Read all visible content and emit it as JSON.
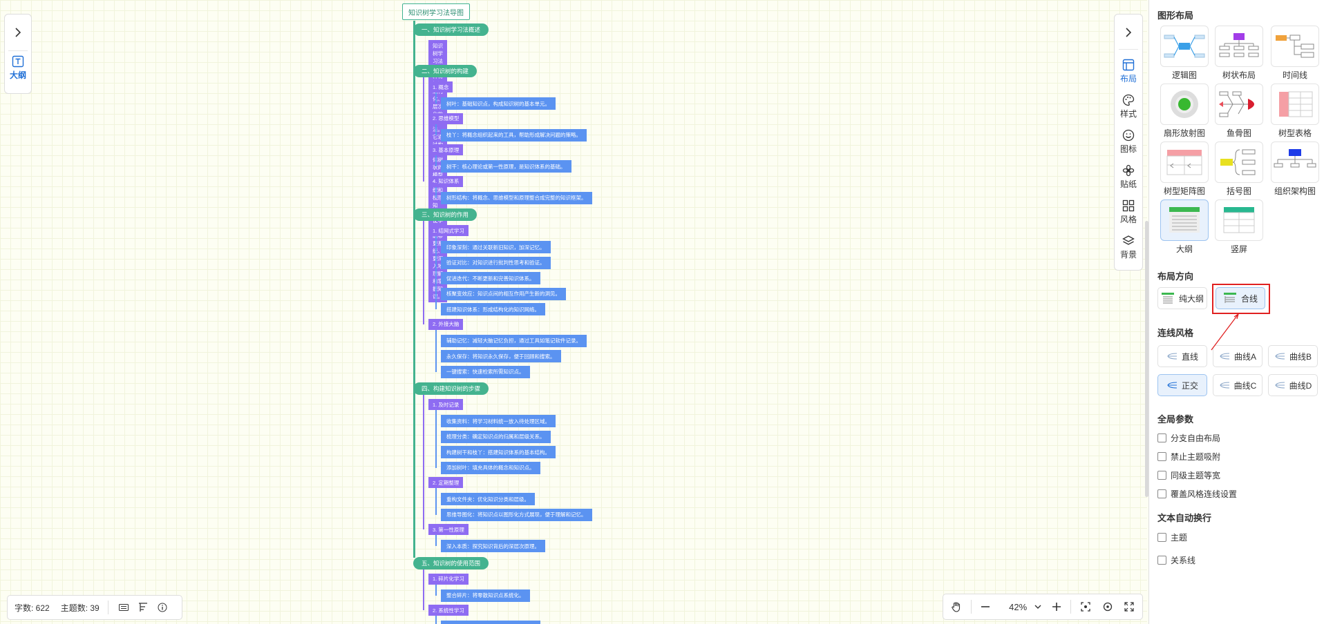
{
  "mindmap": {
    "root": "知识树学习法导图",
    "sections": [
      {
        "title": "一、知识树学习法概述",
        "description": [
          "知识树学习法是一种将知识结构化、层次化的方法。它通过构建类似树",
          "状的模型来组织和梳理知识，使学习者能够更系统、更深入地理解和掌握知识。"
        ]
      },
      {
        "title": "二、知识树的构建",
        "subs": [
          {
            "title": "1. 概念",
            "items": [
              "树叶：基础知识点，构成知识树的基本单元。"
            ]
          },
          {
            "title": "2. 思维模型",
            "items": [
              "枝丫：将概念组织起来的工具，帮助形成解决问题的策略。"
            ]
          },
          {
            "title": "3. 基本原理",
            "items": [
              "树干：核心理论或第一性原理，是知识体系的基础。"
            ]
          },
          {
            "title": "4. 知识体系",
            "items": [
              "树形结构：将概念、思维模型和原理整合成完整的知识框架。"
            ]
          }
        ]
      },
      {
        "title": "三、知识树的作用",
        "subs": [
          {
            "title": "1. 结网式学习",
            "items": [
              "印象深刻：通过关联新旧知识，加深记忆。",
              "验证对比：对知识进行批判性思考和验证。",
              "促进迭代：不断更新和完善知识体系。",
              "核聚变效应：知识点间的相互作用产生新的洞见。",
              "搭建知识体系：形成结构化的知识网络。"
            ]
          },
          {
            "title": "2. 外接大脑",
            "items": [
              "辅助记忆：减轻大脑记忆负担，通过工具如笔记软件记录。",
              "永久保存：将知识永久保存，便于回顾和搜索。",
              "一键搜索：快速检索所需知识点。"
            ]
          }
        ]
      },
      {
        "title": "四、构建知识树的步骤",
        "subs": [
          {
            "title": "1. 及时记录",
            "items": [
              "收集资料：将学习材料统一放入待处理区域。",
              "梳理分类：确定知识点的归属和层级关系。",
              "构建树干和枝丫：搭建知识体系的基本结构。",
              "添加树叶：填充具体的概念和知识点。"
            ]
          },
          {
            "title": "2. 定期整理",
            "items": [
              "重构文件夹：优化知识分类和层级。",
              "思维导图化：将知识点以图形化方式展现，便于理解和记忆。"
            ]
          },
          {
            "title": "3. 第一性原理",
            "items": [
              "深入本质：探究知识背后的深层次原理。"
            ]
          }
        ]
      },
      {
        "title": "五、知识树的使用范围",
        "subs": [
          {
            "title": "1. 碎片化学习",
            "items": [
              "整合碎片：将零散知识点系统化。"
            ]
          },
          {
            "title": "2. 系统性学习",
            "items": [
              "深入领域：构建完整的专业知识体系。"
            ]
          }
        ]
      }
    ]
  },
  "left_toolbar": {
    "outline_label": "大纲"
  },
  "right_toolbar": {
    "items": [
      {
        "label": "布局",
        "icon": "layout-icon"
      },
      {
        "label": "样式",
        "icon": "palette-icon"
      },
      {
        "label": "图标",
        "icon": "smile-icon"
      },
      {
        "label": "贴纸",
        "icon": "sticker-icon"
      },
      {
        "label": "风格",
        "icon": "grid-icon"
      },
      {
        "label": "背景",
        "icon": "layers-icon"
      }
    ]
  },
  "status": {
    "word_count": "字数: 622",
    "topic_count": "主题数: 39"
  },
  "zoom": {
    "level": "42%"
  },
  "panel": {
    "layout_title": "图形布局",
    "layouts": [
      "逻辑图",
      "树状布局",
      "时间线",
      "扇形放射图",
      "鱼骨图",
      "树型表格",
      "树型矩阵图",
      "括号图",
      "组织架构图",
      "大纲",
      "竖屏"
    ],
    "direction_title": "布局方向",
    "directions": [
      "纯大纲",
      "合线"
    ],
    "line_style_title": "连线风格",
    "line_styles": [
      "直线",
      "曲线A",
      "曲线B",
      "正交",
      "曲线C",
      "曲线D"
    ],
    "global_title": "全局参数",
    "global_params": [
      "分支自由布局",
      "禁止主题吸附",
      "同级主题等宽",
      "覆盖风格连线设置"
    ],
    "wrap_title": "文本自动换行",
    "wrap_params": [
      "主题",
      "关系线"
    ]
  },
  "colors": {
    "accent": "#1f6fd6",
    "level1": "#44b38f",
    "level2": "#8e6cf2",
    "level3": "#5b93f1",
    "highlight": "#e02020"
  }
}
